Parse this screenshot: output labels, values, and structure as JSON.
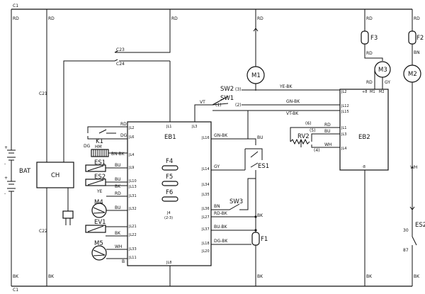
{
  "components": {
    "c1_top": "C1",
    "c1_bot": "C1",
    "bat": "BAT",
    "ch": "CH",
    "c23": "C23",
    "c24": "C24",
    "c21": "C21",
    "c22": "C22",
    "eb1": "EB1",
    "eb2": "EB2",
    "k1": "K1",
    "hm": "HM",
    "es1_left": "ES1",
    "es2_left": "ES2",
    "m4": "M4",
    "ev1": "EV1",
    "m5": "M5",
    "f4": "F4",
    "f5": "F5",
    "f6": "F6",
    "j4": "J4",
    "j4_sub": "(2-3)",
    "sw1": "SW1",
    "sw2": "SW2",
    "sw3": "SW3",
    "es1_right": "ES1",
    "es2_right": "ES2",
    "m1": "M1",
    "m2": "M2",
    "m3": "M3",
    "f1": "F1",
    "f2": "F2",
    "f3": "F3",
    "rv2": "RV2"
  },
  "pins_eb1": {
    "jl1": "JL1",
    "jl3": "JL3",
    "jl2": "JL2",
    "jl6": "JL6",
    "jl4": "JL4",
    "jl9": "JL9",
    "jl10": "JL10",
    "jl13": "JL13",
    "jl31": "JL31",
    "jl32": "JL32",
    "jl21": "JL21",
    "jl22": "JL22",
    "jl33": "JL33",
    "jl8": "JL8",
    "jl11": "JL11",
    "jl16": "JL16",
    "jl14": "JL14",
    "jl34": "JL34",
    "jl35": "JL35",
    "jl36": "JL36",
    "jl27": "JL27",
    "jl37": "JL37",
    "jl18": "JL18",
    "jl20": "JL20"
  },
  "pins_eb2": {
    "jl2": "JL2",
    "jl12": "JL12",
    "jl15": "JL15",
    "jl1": "JL1",
    "jl3": "JL3",
    "jl4": "JL4",
    "p8": "-8",
    "m3_plus": "+8",
    "m3_m1": "M1",
    "m3_m2": "M2"
  },
  "wires": {
    "rd_left": "RD",
    "rd_top1": "RD",
    "rd_top2": "RD",
    "rd_m1": "RD",
    "rd_f3a": "RD",
    "rd_f2": "RD",
    "rd_f3b": "RD",
    "rd_m3": "RD",
    "gy_m3": "GY",
    "bn_f2": "BN",
    "ye_bk": "YE-BK",
    "gn_bk_top": "GN-BK",
    "vt_bk": "VT-BK",
    "vt": "VT",
    "rd_k1": "RD",
    "dg_k1": "DG",
    "dg_hm": "DG",
    "bn_bk_hm": "BN-BK",
    "bu_es1": "BU",
    "bu_es2": "BU",
    "bk_es2": "BK",
    "ye_left": "YE",
    "rd_m4": "RD",
    "bu_m4": "BU",
    "bk_ev1": "BK",
    "wh_m5": "WH",
    "b_m5": "B",
    "gn_bk_jl15": "GN-BK",
    "bu_sw1": "BU",
    "gy_jl14": "GY",
    "bn_sw3": "BN",
    "rd_bk_sw3": "RD-BK",
    "bk_sw3": "BK",
    "bu_bk": "BU-BK",
    "dg_bk": "DG-BK",
    "bk_bottom1": "BK",
    "bk_bottom2": "BK",
    "bk_bottom3": "BK",
    "bk_bottom4": "BK",
    "wh_m2": "WH",
    "bk_m1": "BK",
    "rd_eb2_1": "RD",
    "bu_eb2_3": "BU",
    "wh_eb2_4": "WH",
    "n6": "(6)",
    "n5": "(5)",
    "n4": "(4)",
    "sw_3": "(3)",
    "sw_2": "(2)",
    "sw_1": "(1)",
    "p30": "30",
    "p87": "87"
  }
}
